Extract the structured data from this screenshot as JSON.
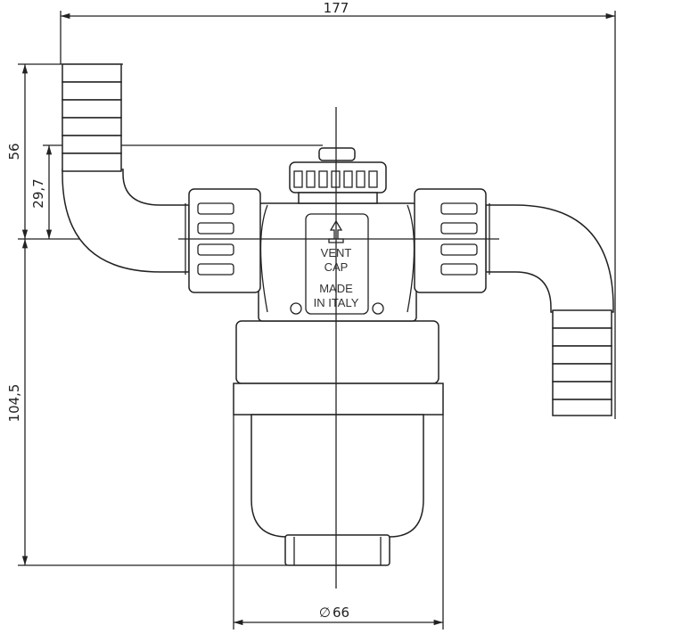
{
  "dimensions": {
    "total_width": "177",
    "upper_height": "56",
    "inlet_offset": "29,7",
    "lower_height": "104,5",
    "diameter": "66",
    "diameter_symbol": "∅"
  },
  "body_label": {
    "line1": "VENT",
    "line2": "CAP",
    "line3": "MADE",
    "line4": "IN ITALY"
  }
}
